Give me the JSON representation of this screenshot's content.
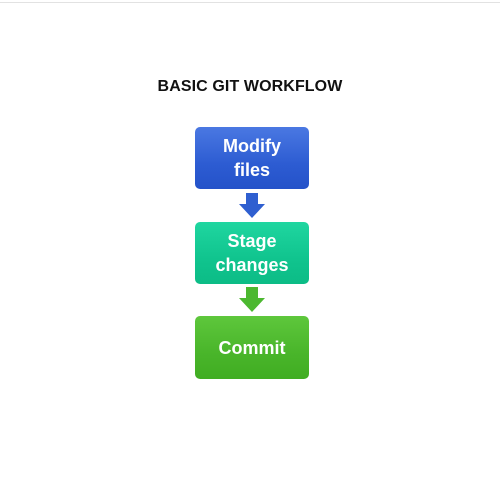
{
  "diagram": {
    "title": "BASIC GIT WORKFLOW",
    "steps": [
      {
        "label": "Modify\nfiles",
        "color": "#2d5cd2"
      },
      {
        "label": "Stage\nchanges",
        "color": "#10c48e"
      },
      {
        "label": "Commit",
        "color": "#49b52a"
      }
    ],
    "arrows": [
      {
        "icon": "arrow-down-icon",
        "color": "#2f5fd0"
      },
      {
        "icon": "arrow-down-icon",
        "color": "#4cb830"
      }
    ]
  }
}
